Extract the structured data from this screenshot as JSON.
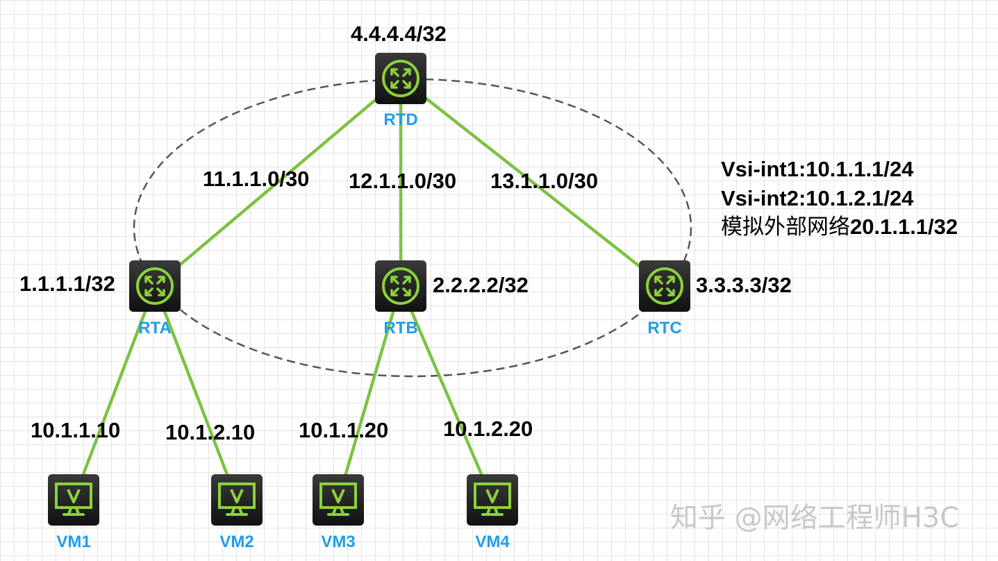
{
  "routers": [
    {
      "name": "RTD",
      "loopback": "4.4.4.4/32"
    },
    {
      "name": "RTA",
      "loopback": "1.1.1.1/32"
    },
    {
      "name": "RTB",
      "loopback": "2.2.2.2/32"
    },
    {
      "name": "RTC",
      "loopback": "3.3.3.3/32"
    }
  ],
  "links": [
    "11.1.1.0/30",
    "12.1.1.0/30",
    "13.1.1.0/30"
  ],
  "vms": [
    {
      "name": "VM1",
      "ip": "10.1.1.10"
    },
    {
      "name": "VM2",
      "ip": "10.1.2.10"
    },
    {
      "name": "VM3",
      "ip": "10.1.1.20"
    },
    {
      "name": "VM4",
      "ip": "10.1.2.20"
    }
  ],
  "notes": {
    "vsi1": "Vsi-int1:10.1.1.1/24",
    "vsi2": "Vsi-int2:10.1.2.1/24",
    "ext_prefix": "模拟外部网络",
    "ext_addr": "20.1.1.1/32"
  },
  "watermark": "知乎 @网络工程师H3C",
  "colors": {
    "link": "#7cc242",
    "device_bg": "#1c1c1c",
    "device_icon": "#8cd23c",
    "name_label": "#1e9ee8",
    "ring": "#555555"
  },
  "icons": {
    "router": "router-icon",
    "vm": "vm-monitor-icon"
  }
}
